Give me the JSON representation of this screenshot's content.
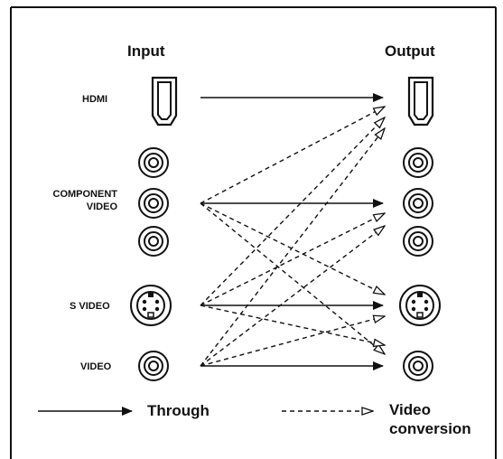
{
  "headers": {
    "input": "Input",
    "output": "Output"
  },
  "rows": {
    "hdmi": "HDMI",
    "component_line1": "COMPONENT",
    "component_line2": "VIDEO",
    "svideo": "S VIDEO",
    "video": "VIDEO"
  },
  "legend": {
    "through": "Through",
    "conversion_line1": "Video",
    "conversion_line2": "conversion"
  },
  "colors": {
    "ink": "#111111",
    "background": "#ffffff"
  },
  "icons": [
    "hdmi-port-icon",
    "rca-jack-icon",
    "s-video-jack-icon",
    "solid-arrow-icon",
    "dashed-open-arrow-icon"
  ]
}
